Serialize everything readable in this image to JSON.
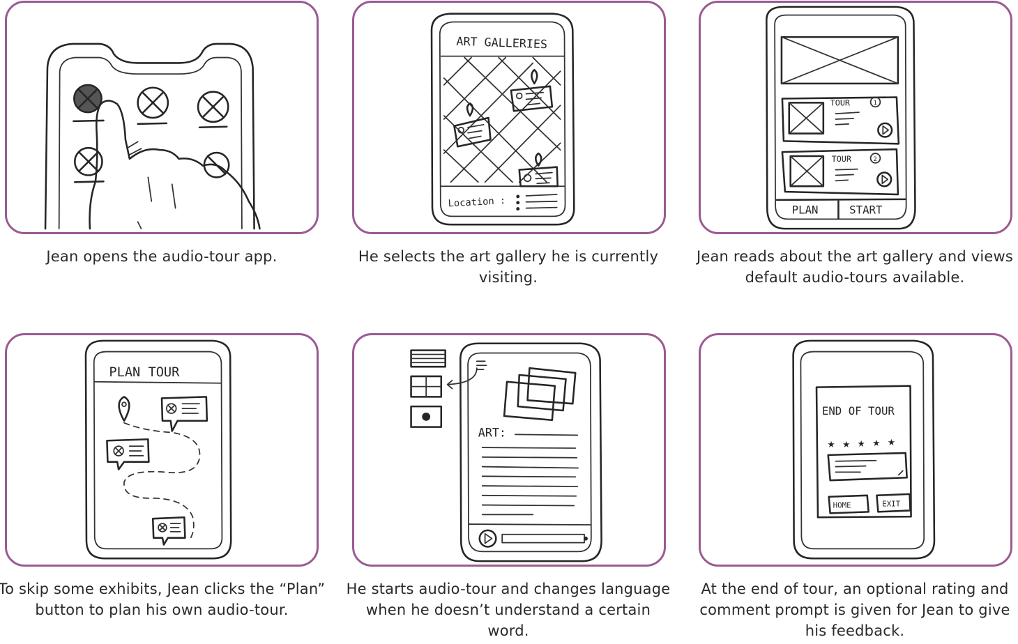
{
  "panels": [
    {
      "caption": "Jean opens the audio-tour app.",
      "sketch": {}
    },
    {
      "caption": "He selects the art gallery he is currently visiting.",
      "sketch": {
        "title": "ART GALLERIES",
        "location_label": "Location :"
      }
    },
    {
      "caption": "Jean reads about the art gallery and views default audio-tours available.",
      "sketch": {
        "tour1": "TOUR",
        "tour1_num": "1",
        "tour2": "TOUR",
        "tour2_num": "2",
        "plan_btn": "PLAN",
        "start_btn": "START"
      }
    },
    {
      "caption": "To skip some exhibits, Jean clicks the “Plan” button to plan his own audio-tour.",
      "sketch": {
        "title": "PLAN TOUR"
      }
    },
    {
      "caption": "He starts audio-tour and changes language when he doesn’t understand a certain word.",
      "sketch": {
        "art_label": "ART:"
      }
    },
    {
      "caption": "At the end of tour, an optional rating and comment prompt is given for Jean to give his feedback.",
      "sketch": {
        "title": "END OF TOUR",
        "rating": 5,
        "home_btn": "HOME",
        "exit_btn": "EXIT"
      }
    }
  ],
  "colors": {
    "panel_border": "#9b5a93",
    "caption_text": "#2a2a2a",
    "sketch_ink": "#262626"
  }
}
